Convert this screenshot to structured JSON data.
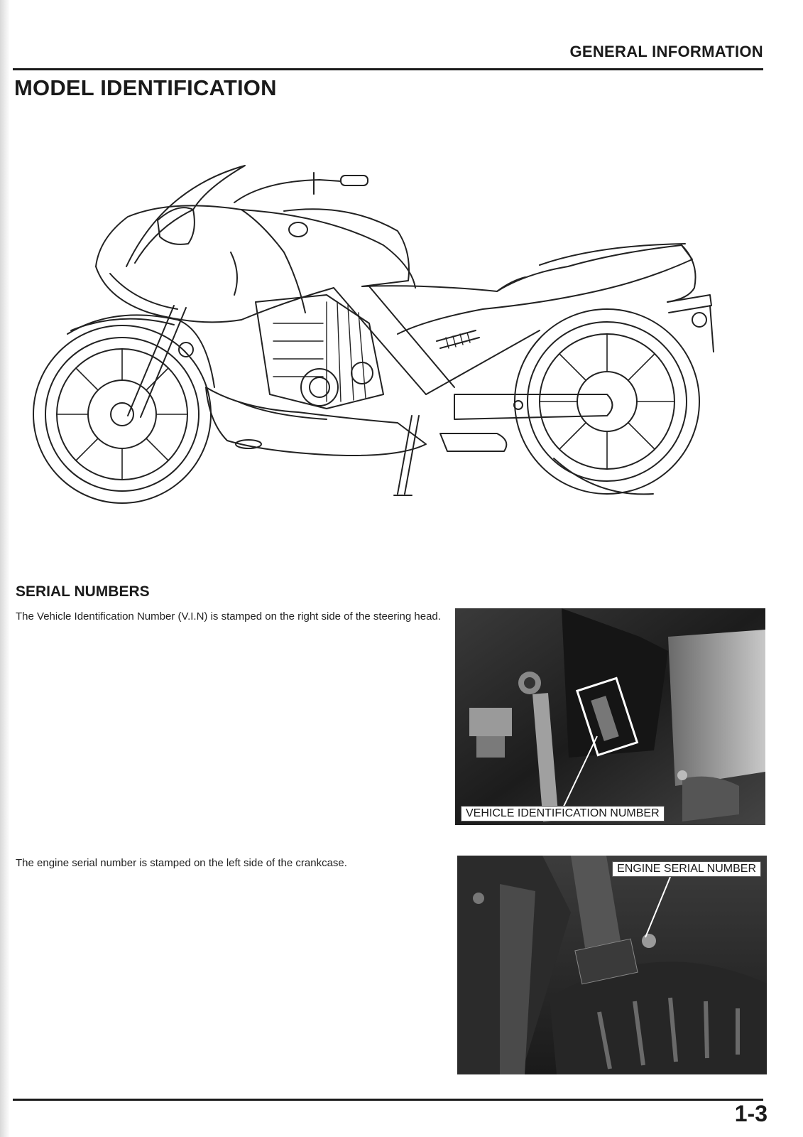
{
  "header": {
    "section": "GENERAL INFORMATION"
  },
  "page_title": "MODEL IDENTIFICATION",
  "serial_numbers": {
    "heading": "SERIAL NUMBERS",
    "vin_text": "The Vehicle Identification Number (V.I.N) is stamped on the right side of the steering head.",
    "vin_callout": "VEHICLE IDENTIFICATION NUMBER",
    "engine_text": "The engine serial number is stamped on the left side of the crankcase.",
    "engine_callout": "ENGINE SERIAL NUMBER"
  },
  "footer": {
    "page_number": "1-3"
  }
}
